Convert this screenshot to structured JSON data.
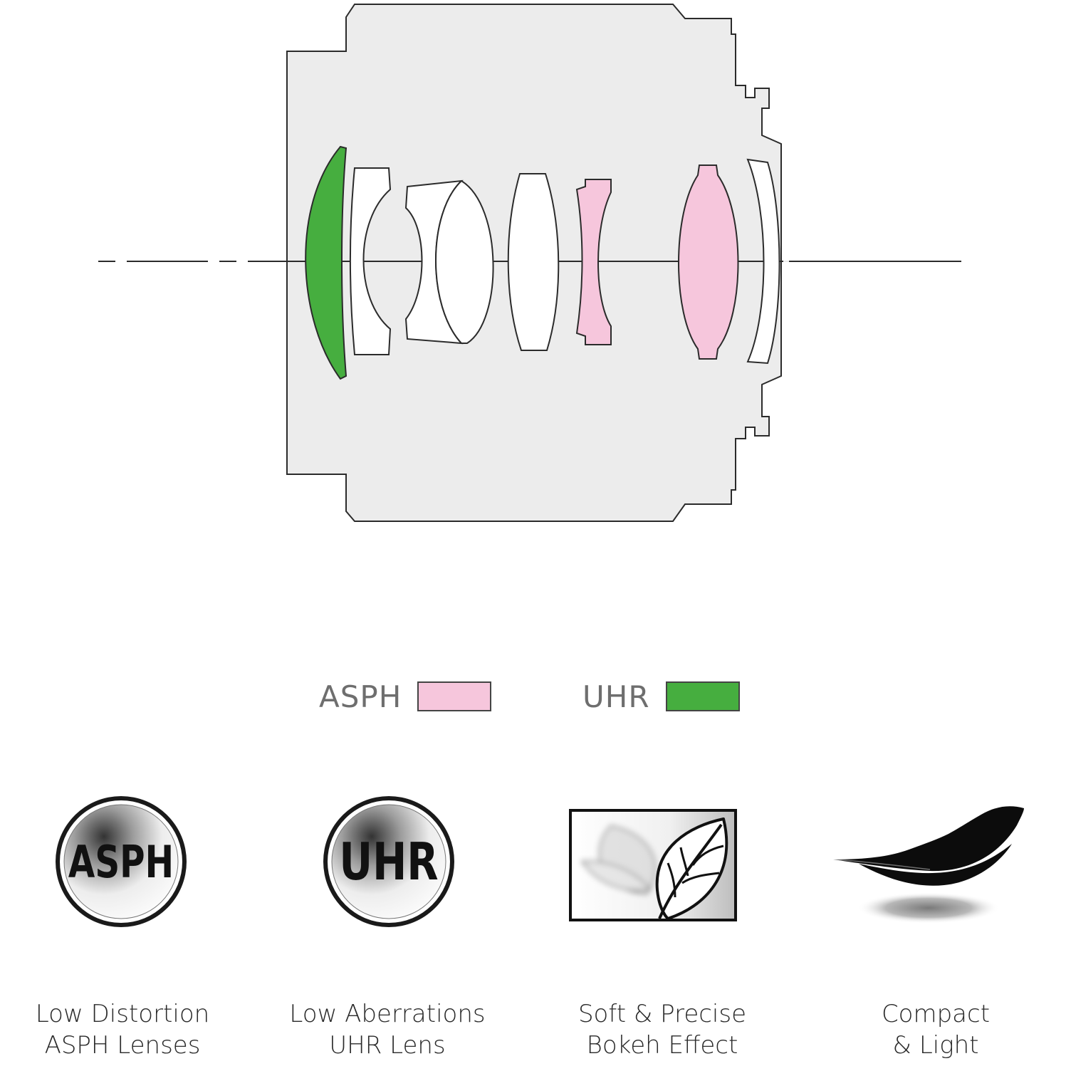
{
  "legend": {
    "asph": {
      "label": "ASPH",
      "color": "#f6c6dc"
    },
    "uhr": {
      "label": "UHR",
      "color": "#46ae3f"
    }
  },
  "colors": {
    "barrel_fill": "#ececec",
    "barrel_stroke": "#2b2b2b",
    "plain_lens": "#ffffff"
  },
  "badges": {
    "asph": {
      "text": "ASPH",
      "icon": "asph-badge-icon"
    },
    "uhr": {
      "text": "UHR",
      "icon": "uhr-badge-icon"
    }
  },
  "features": [
    {
      "icon": "asph-badge-icon",
      "line1": "Low Distortion",
      "line2": "ASPH Lenses"
    },
    {
      "icon": "uhr-badge-icon",
      "line1": "Low Aberrations",
      "line2": "UHR Lens"
    },
    {
      "icon": "bokeh-leaf-icon",
      "line1": "Soft & Precise",
      "line2": "Bokeh Effect"
    },
    {
      "icon": "feather-icon",
      "line1": "Compact",
      "line2": "& Light"
    }
  ]
}
